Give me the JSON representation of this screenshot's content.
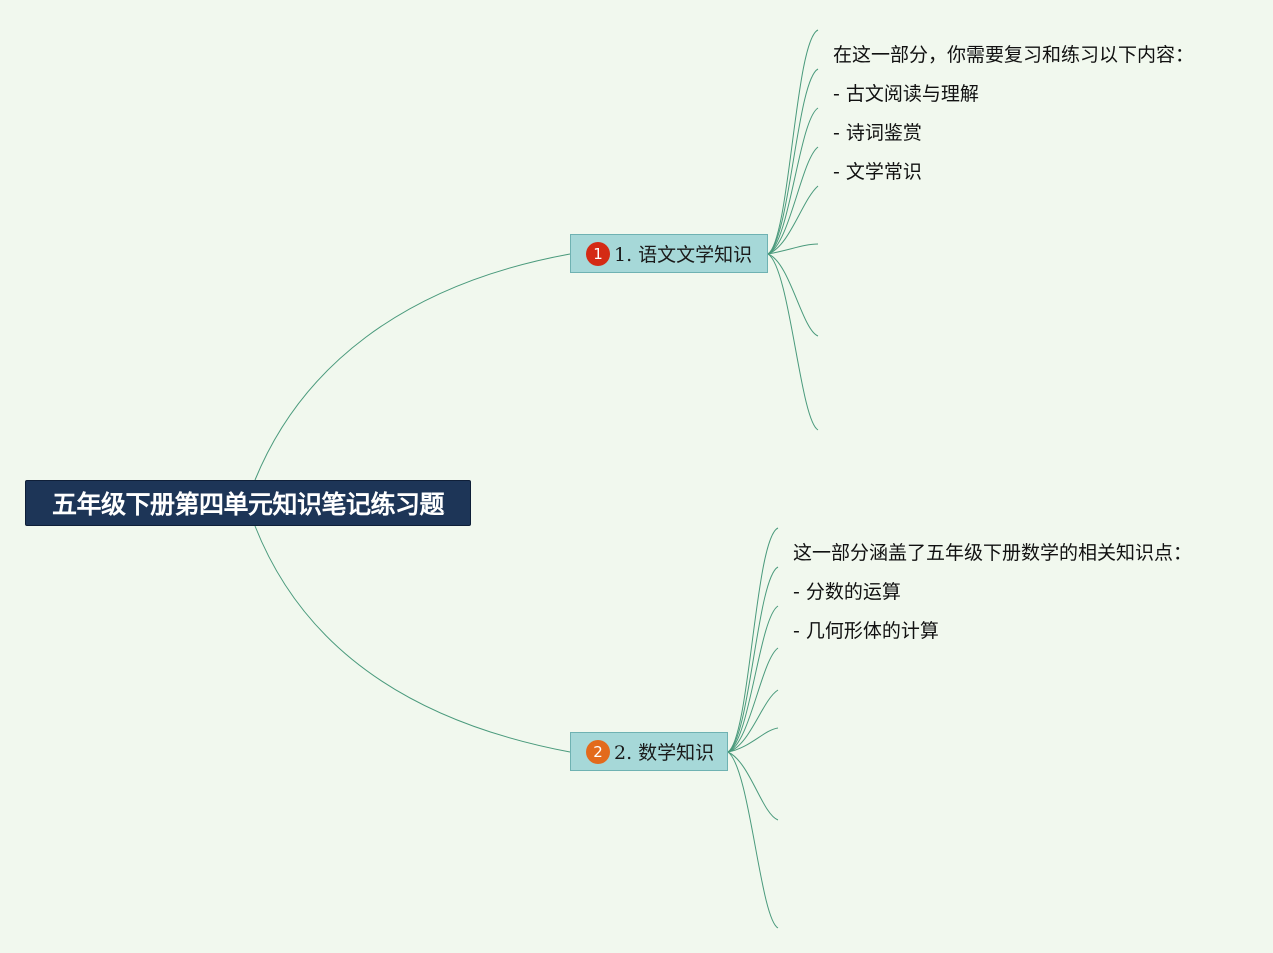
{
  "colors": {
    "background": "#f1f8ee",
    "connector": "#4a9a7c",
    "root_fill": "#1d3557",
    "branch_fill": "#a6d8d8"
  },
  "root": {
    "title": "五年级下册第四单元知识笔记练习题"
  },
  "branches": [
    {
      "marker": "1",
      "marker_color": "#d42a14",
      "label": "1. 语文文学知识",
      "leaves": [
        "在这一部分，你需要复习和练习以下内容：",
        "- 古文阅读与理解",
        "- 诗词鉴赏",
        "- 文学常识"
      ]
    },
    {
      "marker": "2",
      "marker_color": "#e36a1c",
      "label": "2. 数学知识",
      "leaves": [
        "这一部分涵盖了五年级下册数学的相关知识点：",
        "- 分数的运算",
        "- 几何形体的计算"
      ]
    }
  ]
}
